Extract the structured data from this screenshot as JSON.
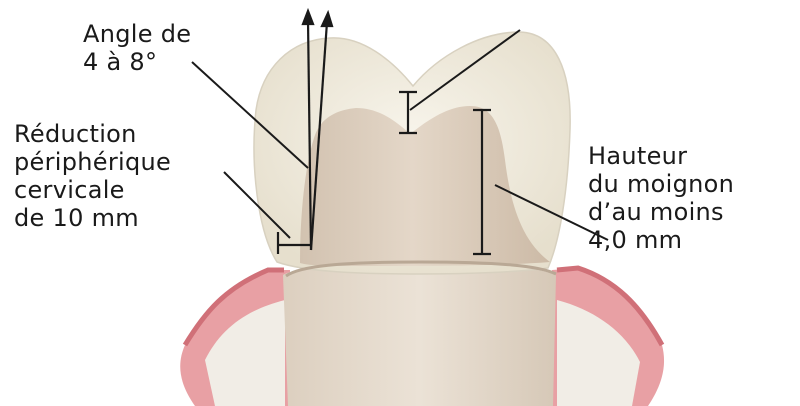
{
  "labels": {
    "angle": [
      "Angle de",
      "4 à 8°"
    ],
    "reduction": [
      "Réduction",
      "périphérique",
      "cervicale",
      "de 10 mm"
    ],
    "hauteur": [
      "Hauteur",
      "du moignon",
      "d’au moins",
      "4,0 mm"
    ]
  },
  "colors": {
    "outer_crown": "#efeadc",
    "core": "#ddcebe",
    "core_shadow": "#c9b8a6",
    "root": "#e6dbcd",
    "gum": "#e8a0a4",
    "gum_edge": "#d07078",
    "bone": "#f1ede6",
    "line": "#1a1a1a"
  }
}
